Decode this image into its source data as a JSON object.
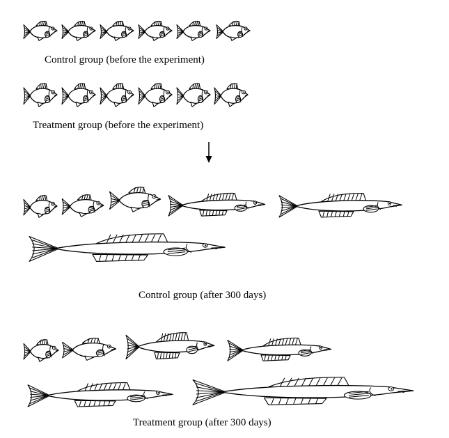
{
  "captions": {
    "control_before": "Control group (before the experiment)",
    "treatment_before": "Treatment group (before the experiment)",
    "control_after": "Control group (after 300 days)",
    "treatment_after": "Treatment group (after 300 days)"
  },
  "groups": [
    {
      "id": "control-before",
      "fish": [
        {
          "kind": "deep"
        },
        {
          "kind": "deep"
        },
        {
          "kind": "deep"
        },
        {
          "kind": "deep"
        },
        {
          "kind": "deep"
        },
        {
          "kind": "deep"
        }
      ]
    },
    {
      "id": "treatment-before",
      "fish": [
        {
          "kind": "deep"
        },
        {
          "kind": "deep"
        },
        {
          "kind": "deep"
        },
        {
          "kind": "deep"
        },
        {
          "kind": "deep"
        },
        {
          "kind": "deep"
        }
      ]
    },
    {
      "id": "control-after",
      "fish": [
        {
          "kind": "deep"
        },
        {
          "kind": "deep"
        },
        {
          "kind": "deep"
        },
        {
          "kind": "slender"
        },
        {
          "kind": "slender"
        },
        {
          "kind": "slender"
        }
      ]
    },
    {
      "id": "treatment-after",
      "fish": [
        {
          "kind": "deep"
        },
        {
          "kind": "deep"
        },
        {
          "kind": "slender"
        },
        {
          "kind": "slender"
        },
        {
          "kind": "slender"
        },
        {
          "kind": "slender"
        }
      ]
    }
  ],
  "colors": {
    "ink": "#000000",
    "background": "#ffffff"
  },
  "icons": {
    "arrow": "down-arrow-icon",
    "deep_fish": "deep-bodied-fish-icon",
    "slender_fish": "slender-fish-icon"
  }
}
